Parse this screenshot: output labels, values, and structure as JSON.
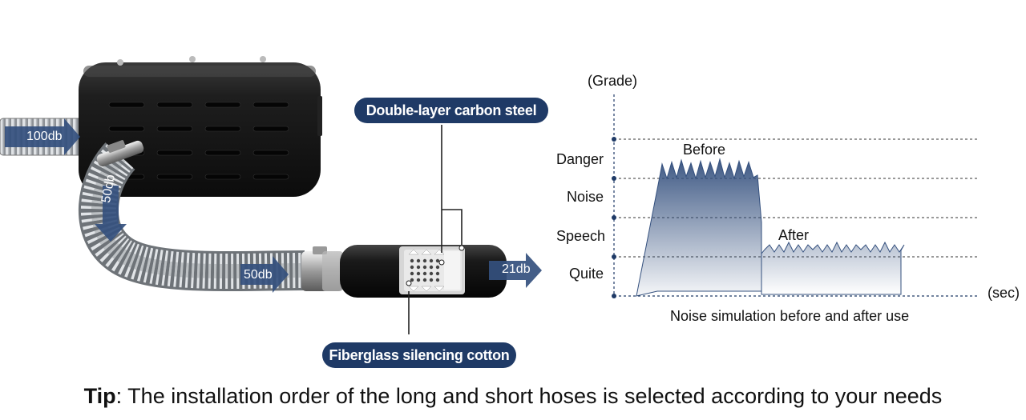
{
  "callouts": {
    "top": "Double-layer carbon steel",
    "bottom": "Fiberglass silencing cotton"
  },
  "flow_labels": {
    "inlet": "100db",
    "bend": "50db",
    "hose": "50db",
    "outlet": "21db"
  },
  "chart_data": {
    "type": "area",
    "title": "Noise simulation before and after use",
    "ylabel": "(Grade)",
    "xlabel": "(sec)",
    "y_levels": [
      "Quite",
      "Speech",
      "Noise",
      "Danger"
    ],
    "series": [
      {
        "name": "Before",
        "level": "Danger"
      },
      {
        "name": "After",
        "level": "Speech"
      }
    ],
    "grid": true
  },
  "tip": {
    "label": "Tip",
    "text": ": The installation order of the long and short hoses is selected according to your needs"
  },
  "colors": {
    "navy": "#1f3a66",
    "arrow": "#34507e",
    "axis": "#1f3a66"
  },
  "icons": [
    "silencer-box",
    "flex-hose",
    "muffler-tube",
    "flow-arrow"
  ]
}
